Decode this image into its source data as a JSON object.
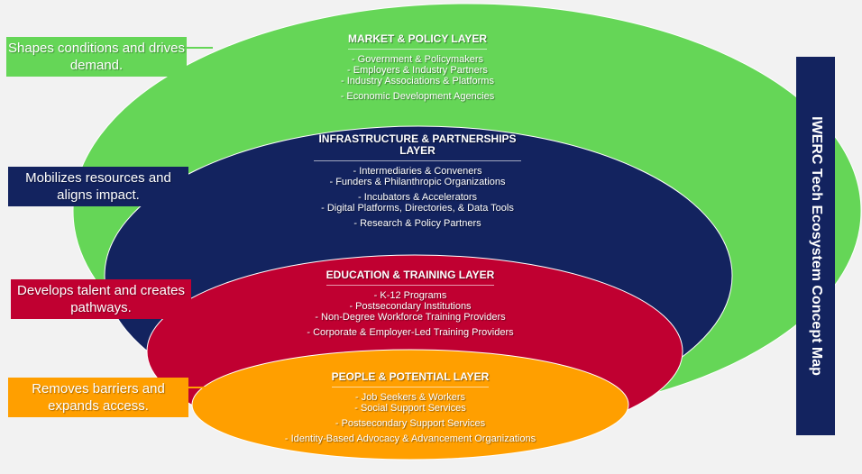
{
  "title": "IWERC Tech Ecosystem Concept Map",
  "colors": {
    "market": "#65d657",
    "infrastructure": "#13235f",
    "education": "#c00031",
    "people": "#ff9f00"
  },
  "layers": [
    {
      "title": "MARKET & POLICY LAYER",
      "items": [
        "- Government & Policymakers",
        "- Employers & Industry Partners",
        "- Industry Associations & Platforms",
        "- Economic Development Agencies"
      ],
      "description": "Shapes conditions and drives demand."
    },
    {
      "title": "INFRASTRUCTURE & PARTNERSHIPS LAYER",
      "items": [
        "- Intermediaries & Conveners",
        "- Funders & Philanthropic Organizations",
        "- Incubators & Accelerators",
        "- Digital Platforms, Directories, & Data Tools",
        "- Research & Policy Partners"
      ],
      "description": "Mobilizes resources and aligns impact."
    },
    {
      "title": "EDUCATION & TRAINING LAYER",
      "items": [
        "- K-12 Programs",
        "- Postsecondary Institutions",
        "- Non-Degree Workforce Training Providers",
        "- Corporate & Employer-Led Training Providers"
      ],
      "description": "Develops talent and creates pathways."
    },
    {
      "title": "PEOPLE & POTENTIAL LAYER",
      "items": [
        "- Job Seekers & Workers",
        "- Social Support Services",
        "- Postsecondary Support Services",
        "- Identity-Based Advocacy & Advancement Organizations"
      ],
      "description": "Removes barriers and expands access."
    }
  ]
}
